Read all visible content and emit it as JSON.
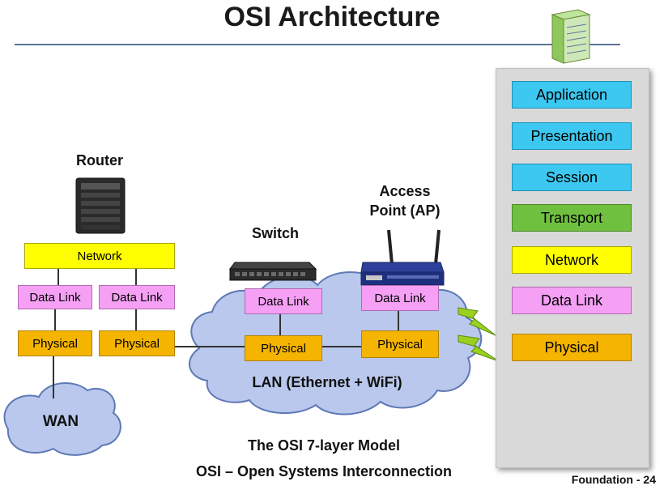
{
  "title": "OSI Architecture",
  "devices": {
    "router": "Router",
    "switch": "Switch",
    "ap_line1": "Access",
    "ap_line2": "Point (AP)"
  },
  "router_stack": {
    "network": "Network",
    "data_link_left": "Data Link",
    "data_link_right": "Data Link",
    "physical_left": "Physical",
    "physical_right": "Physical"
  },
  "switch_stack": {
    "data_link": "Data Link",
    "physical": "Physical"
  },
  "ap_stack": {
    "data_link": "Data Link",
    "physical": "Physical"
  },
  "clouds": {
    "wan": "WAN",
    "lan": "LAN (Ethernet + WiFi)"
  },
  "osi_layers": [
    "Application",
    "Presentation",
    "Session",
    "Transport",
    "Network",
    "Data Link",
    "Physical"
  ],
  "caption": {
    "line1": "The OSI 7-layer Model",
    "line2": "OSI – Open Systems Interconnection"
  },
  "footer": "Foundation - 24"
}
